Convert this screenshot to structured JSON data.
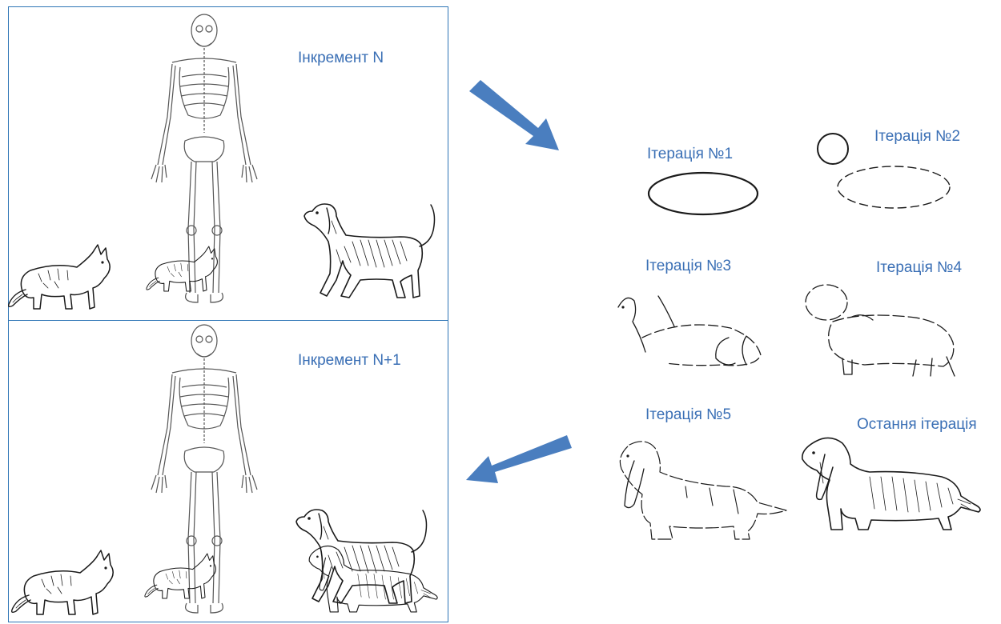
{
  "increments": [
    {
      "label": "Інкремент N"
    },
    {
      "label": "Інкремент N+1"
    }
  ],
  "iterations": [
    {
      "label": "Ітерація №1"
    },
    {
      "label": "Ітерація №2"
    },
    {
      "label": "Ітерація №3"
    },
    {
      "label": "Ітерація №4"
    },
    {
      "label": "Ітерація №5"
    },
    {
      "label": "Остання ітерація"
    }
  ],
  "colors": {
    "label": "#3a6fb5",
    "border": "#2e75b6",
    "arrow": "#4a7ebf"
  },
  "icons": [
    "skeleton",
    "cat",
    "hound-dog",
    "basset-hound",
    "arrow"
  ]
}
